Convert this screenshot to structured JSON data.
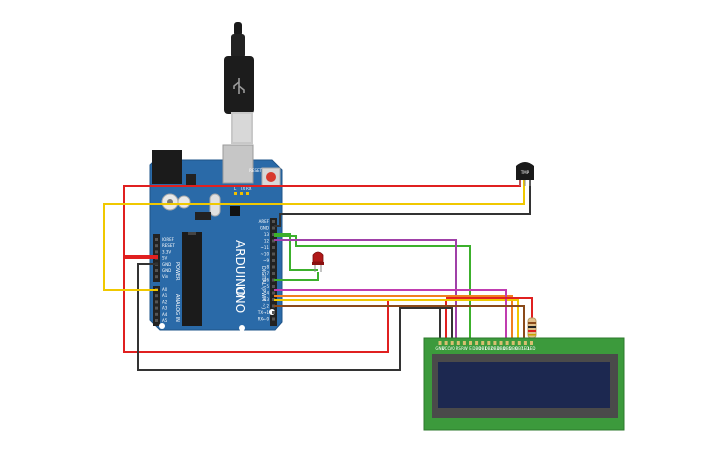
{
  "board": {
    "name": "ARDUINO",
    "model": "UNO",
    "section_digital": "DIGITAL (PWM ~)",
    "section_power": "POWER",
    "section_analog": "ANALOG IN",
    "reset_label": "RESET",
    "aref_label": "AREF",
    "leds": [
      "L",
      "TX",
      "RX"
    ],
    "power_pins": [
      "IOREF",
      "RESET",
      "3.3V",
      "5V",
      "GND",
      "GND",
      "Vin"
    ],
    "analog_pins": [
      "A0",
      "A1",
      "A2",
      "A3",
      "A4",
      "A5"
    ],
    "digital_pins": [
      "AREF",
      "GND",
      "13",
      "12",
      "~11",
      "~10",
      "~9",
      "8",
      "7",
      "~6",
      "~5",
      "4",
      "~3",
      "2",
      "TX→1",
      "RX←0"
    ]
  },
  "sensor": {
    "label": "TMP"
  },
  "lcd": {
    "pin_labels": [
      "GND",
      "VCC",
      "V0",
      "RS",
      "RW",
      "E",
      "DB0",
      "DB1",
      "DB2",
      "DB3",
      "DB4",
      "DB5",
      "DB6",
      "DB7",
      "LED",
      "LED"
    ]
  },
  "colors": {
    "board": "#2a6aa8",
    "wire_red": "#e02020",
    "wire_black": "#333333",
    "wire_yellow": "#f0c800",
    "wire_green": "#3cb02c",
    "wire_purple": "#a040a8",
    "wire_orange": "#f08020",
    "wire_magenta": "#c03cb0",
    "wire_brown": "#8a4a1a",
    "lcd_pcb": "#3c9a3c",
    "lcd_screen": "#1c2850"
  }
}
